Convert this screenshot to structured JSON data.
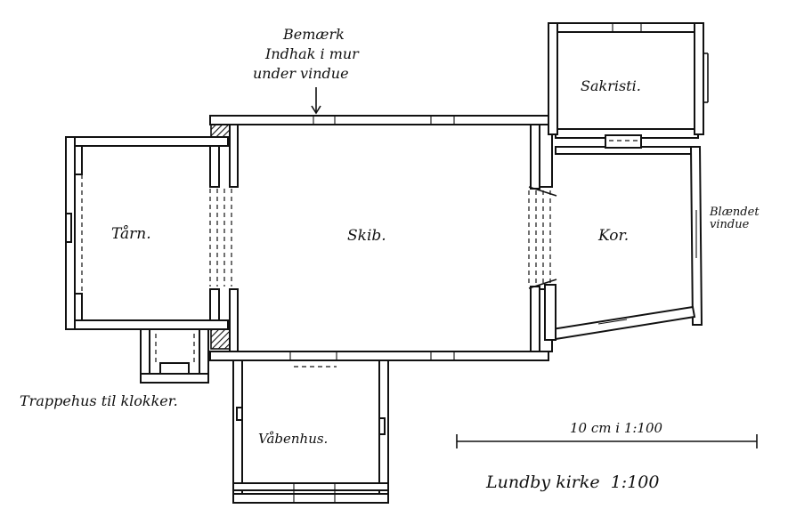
{
  "rooms": {
    "tower": "Tårn.",
    "nave": "Skib.",
    "chancel": "Kor.",
    "sacristy": "Sakristi.",
    "porch": "Våbenhus.",
    "stair_house": "Trappehus til klokker."
  },
  "notes": {
    "remark_line1": "Bemærk",
    "remark_line2": "Indhak i mur",
    "remark_line3": "under vindue",
    "blind_window_line1": "Blændet",
    "blind_window_line2": "vindue"
  },
  "scale_bar": {
    "label": "10 cm i 1:100"
  },
  "title": "Lundby kirke  1:100"
}
